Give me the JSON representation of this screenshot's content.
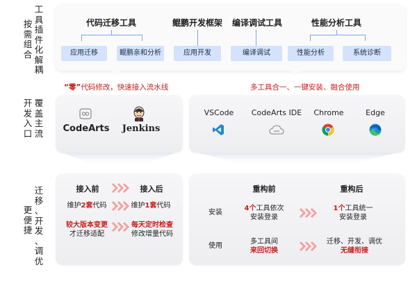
{
  "sections": {
    "combine": [
      "工",
      "具",
      "插",
      "件",
      "化",
      "解",
      "耦"
    ],
    "combine_b": [
      "按",
      "需",
      "组",
      "合"
    ],
    "entry_a": [
      "覆",
      "盖",
      "主",
      "流"
    ],
    "entry_b": [
      "开",
      "发",
      "入",
      "口"
    ],
    "migrate_a": [
      "迁",
      "移",
      "、",
      "开",
      "发",
      "、",
      "调",
      "优"
    ],
    "migrate_b": [
      "更",
      "便",
      "捷"
    ]
  },
  "groups": [
    {
      "title": "代码迁移工具",
      "chips": [
        "应用迁移",
        "鲲鹏亲和分析"
      ]
    },
    {
      "title": "鲲鹏开发框架",
      "chips": [
        "应用开发"
      ]
    },
    {
      "title": "编译调试工具",
      "chips": [
        "编译调试"
      ]
    },
    {
      "title": "性能分析工具",
      "chips": [
        "性能分析",
        "系统诊断"
      ]
    }
  ],
  "callouts": {
    "left_pre": "“零”",
    "left_post": "代码修改，快速接入流水线",
    "right": "多工具合一、一键安装、融合使用"
  },
  "entry_tools_left": [
    {
      "name": "CodeArts",
      "icon": "codearts-logo-icon"
    },
    {
      "name": "Jenkins",
      "icon": "jenkins-logo-icon"
    }
  ],
  "entry_tools_right": [
    {
      "name": "VSCode",
      "icon": "vscode-icon"
    },
    {
      "name": "CodeArts IDE",
      "icon": "cloud-icon"
    },
    {
      "name": "Chrome",
      "icon": "chrome-icon"
    },
    {
      "name": "Edge",
      "icon": "edge-icon"
    }
  ],
  "left_table": {
    "head_before": "接入前",
    "head_after": "接入后",
    "row1_before_a": "维护",
    "row1_before_b": "2套",
    "row1_before_c": "代码",
    "row1_after_a": "维护",
    "row1_after_b": "1套",
    "row1_after_c": "代码",
    "row2_before_l1": "较大版本变更",
    "row2_before_l2": "才迁移适配",
    "row2_after_l1": "每天定时检查",
    "row2_after_l2": "修改增量代码"
  },
  "right_table": {
    "head_before": "重构前",
    "head_after": "重构后",
    "row1_label": "安装",
    "row1_before_a": "4个",
    "row1_before_b": "工具依次",
    "row1_before_l2": "安装登录",
    "row1_after_a": "1个",
    "row1_after_b": "工具统一",
    "row1_after_l2": "安装登录",
    "row2_label": "使用",
    "row2_before_l1": "多工具间",
    "row2_before_l2": "来回切换",
    "row2_after_l1": "迁移、开发、调优",
    "row2_after_l2": "无缝衔接"
  },
  "colors": {
    "accent_red": "#c8201c",
    "chip_bg": "#d4e3fb",
    "bracket": "#7ea5e6",
    "chevron": "#f2a3a3"
  }
}
